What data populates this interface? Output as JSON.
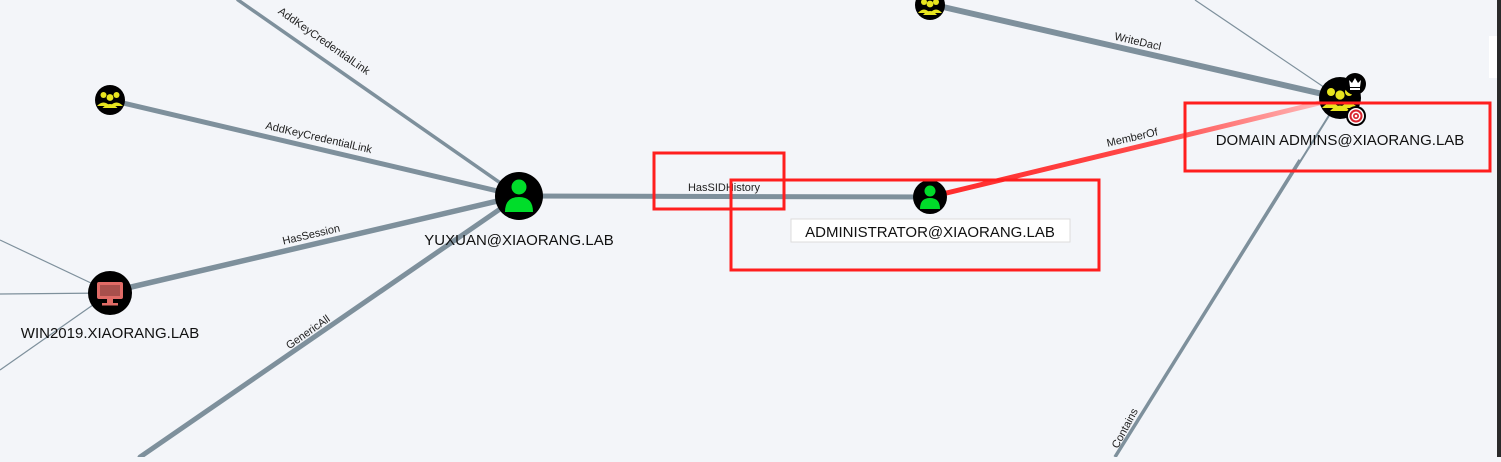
{
  "nodes": {
    "yuxuan": {
      "label": "YUXUAN@XIAORANG.LAB",
      "kind": "user",
      "color": "#00dd2a"
    },
    "administrator": {
      "label": "ADMINISTRATOR@XIAORANG.LAB",
      "kind": "user",
      "color": "#00dd2a",
      "highlighted": true
    },
    "domain_admins": {
      "label": "DOMAIN ADMINS@XIAORANG.LAB",
      "kind": "group",
      "color": "#e8e51f",
      "badges": [
        "crown-icon",
        "target-icon"
      ]
    },
    "win2019": {
      "label": "WIN2019.XIAORANG.LAB",
      "kind": "computer",
      "color": "#e06b66"
    },
    "group_left": {
      "label": "",
      "kind": "group",
      "color": "#e8e51f"
    },
    "group_top": {
      "label": "",
      "kind": "group",
      "color": "#e8e51f"
    }
  },
  "edges": {
    "add_key_1": "AddKeyCredentialLink",
    "add_key_2": "AddKeyCredentialLink",
    "has_session": "HasSession",
    "generic_all": "GenericAll",
    "has_sid_history": "HasSIDHistory",
    "member_of": "MemberOf",
    "write_dacl": "WriteDacl",
    "contains": "Contains"
  },
  "colors": {
    "background": "#f3f5f9",
    "edge": "#7e909c",
    "edge_path": "#ff3b3b",
    "highlight_box": "#ff1e1e",
    "node_fill": "#000000"
  }
}
